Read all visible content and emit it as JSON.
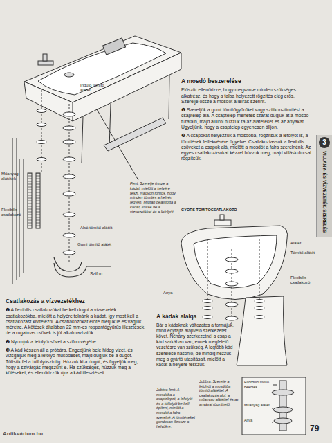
{
  "diagram": {
    "nodes": [
      {
        "text": [
          "3",
          "VILLANY- ÉS VÍZVEZETÉK-SZERELÉS"
        ]
      }
    ],
    "labels": [
      "Műanyag alátétek",
      "Flexibilis csatlakozó",
      "Induló tömítő alátét",
      "Alsó tömítő alátét",
      "Gumi tömítő alátét",
      "Szifon",
      "Fent: Szerelje össze a kádat, mielőtt a helyére teszi. Nagyon fontos, hogy minden tömítés a helyén legyen. Miután beállította a kádat, kösse be a vízvezetéket és a lefolyót.",
      "A mosdó beszerelése",
      "Először ellenőrizze, hogy megvan-e minden szükséges alkatrész, és hogy a falba helyezett rögzítés elég erős. Szerelje össze a mosdót a leírás szerint.",
      "❶ Szereljük a gumi tömítőgyűrűket vagy szilikon-tömítést a csaptelep alá. A csaptelep menetes szárát dugjuk át a mosdó furatain, majd alulról húzzuk rá az alátéteket és az anyákat. Ügyeljünk, hogy a csaptelep egyenesen álljon.",
      "❷ A csapokat helyezzük a mosdóba, rögzítsük a lefolyót is, a tömítések felfekvésére ügyelve. Csatlakoztassuk a flexibilis csöveket a csapok alá, mielőtt a mosdót a falra szerelnénk. Az egyes csatlakozásokat kézzel húzzuk meg, majd villáskulccsal rögzítsük.",
      "Csatlakozás a vízvezetékhez",
      "❶ A flexibilis csatlakozókat be kell dugni a vízvezeték csatlakozókba, mielőtt a helyére tolnánk a kádat, így most kell a csatlakozást kivitelezni. A csatlakozókat előre mérjük le és vágjuk méretre. A kötések általában 22 mm-es roppantógyűrűs illesztések, de a rugalmas csövek is jól alkalmazhatók.",
      "❷ Nyomjuk a lefolyócsövet a szifon végébe.",
      "❸ A kád készen áll a próbára. Engedjünk bele hideg vizet, és vizsgáljuk meg a lefolyó működését, majd dugjuk be a dugót. Töltsük fel a túlfolyószintig. Húzzuk ki a dugót, és figyeljük meg, hogy a szivárgás megszűnt-e. Ha szükséges, húzzuk meg a kötéseket, és ellenőrizzük újra a kád illesztéseit.",
      "A kádak alakja",
      "Bár a kádaknak változatos a formájuk, mind egyfajta alapvető szerkezetet követ. Néhány szerkezetnél a csap a kád sarkában van, ennek megfelelő vezetésre van szükség. A legtöbb kád szerelése hasonló, de mindig nézzük meg a gyártó utasításait, mielőtt a kádat a helyére tesszük.",
      "Jobbra fent: A mosdóba a csaptelepet, a lefolyót és a túlfolyót be kell építeni, mielőtt a mosdót a falra szerelné. A tömítéseket gondosan illessze a helyükre.",
      "Jobbra: Szerelje a lefolyót a mosdóba tömítő alátéttel. A csatlakozás alul, a műanyag alátéttel és az anyával rögzíthető.",
      "GYORS TÖMÍTŐCSATLAKOZÓ",
      "Alátét",
      "Tömítő alátét",
      "Anya",
      "Flexibilis csatlakozó",
      "Elforduló mosó bekötés",
      "Műanyag alátét",
      "Anya",
      "79",
      "Antikvárium.hu"
    ]
  }
}
